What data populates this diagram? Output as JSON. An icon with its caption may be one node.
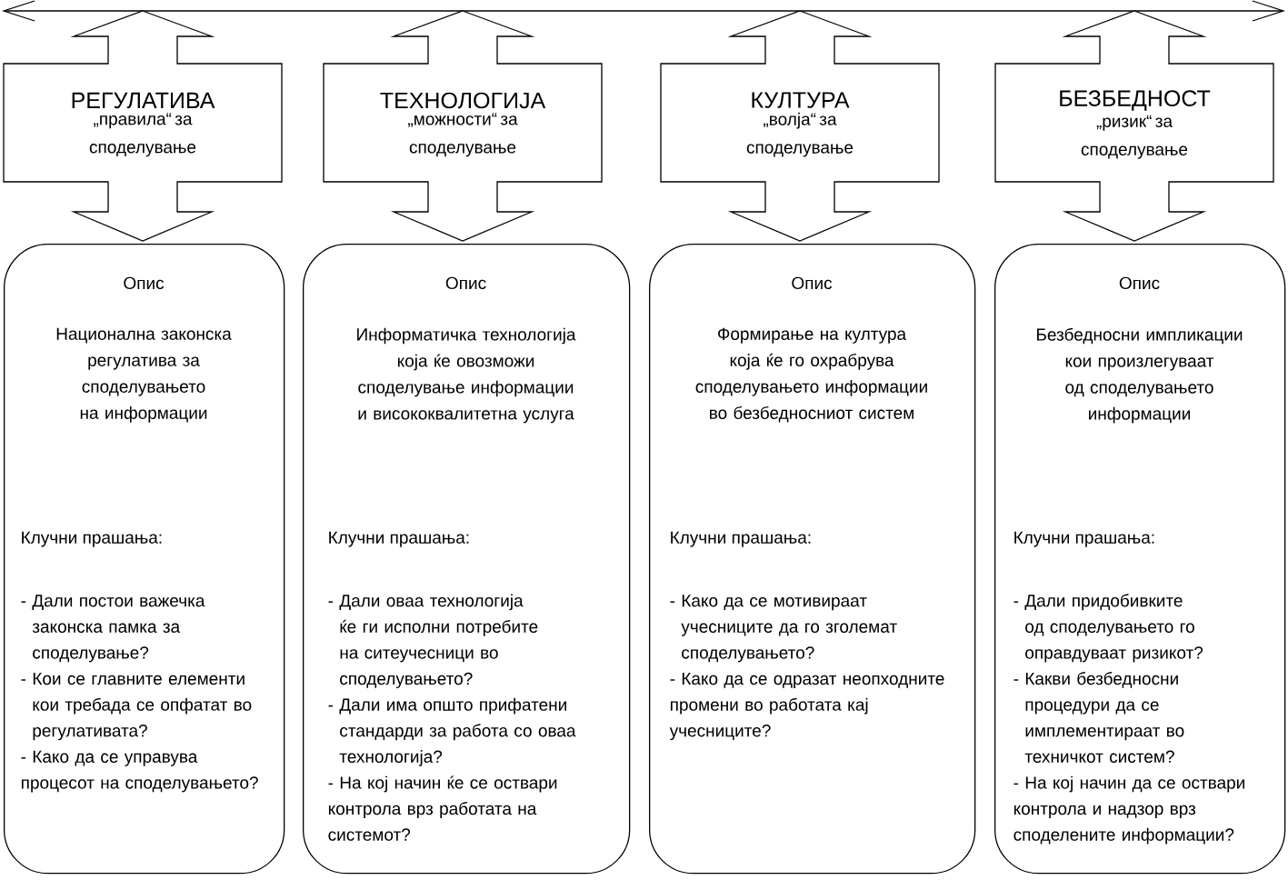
{
  "diagram": {
    "nodes": [
      {
        "text": [
          "РЕГУЛАТИВА",
          "„правила“ за споделување"
        ]
      },
      {
        "text": [
          "ТЕХНОЛОГИЈА",
          "„можности“ за споделување"
        ]
      },
      {
        "text": [
          "КУЛТУРА",
          "„волја“ за споделување"
        ]
      },
      {
        "text": [
          "БЕЗБЕДНОСТ",
          "„ризик“ за споделување"
        ]
      },
      {
        "text": [
          "Опис",
          "Национална законска регулатива за споделувањето на информации",
          "Клучни прашања:",
          "- Дали постои важечка законска памка за споделување?",
          "- Кои се главните елементи кои требада се опфатат во регулативата?",
          "- Како да се управува процесот на споделувањето?"
        ]
      },
      {
        "text": [
          "Опис",
          "Информатичка технологија која ќе овозможи споделување информации и висококвалитетна услуга",
          "Клучни прашања:",
          "- Дали оваа технологија ќе ги исполни потребите на ситеучесници во споделувањето?",
          "- Дали има општо прифатени стандарди за работа со оваа технологија?",
          "- На кој начин ќе се оствари контрола врз работата на системот?"
        ]
      },
      {
        "text": [
          "Опис",
          "Формирање на култура која ќе го охрабрува споделувањето информации во безбедносниот систем",
          "Клучни прашања:",
          "- Како да се мотивираат учесниците да го зголемат споделувањето?",
          "- Како да се одразат неопходните промени во работата кај учесниците?"
        ]
      },
      {
        "text": [
          "Опис",
          "Безбедносни импликации кои произлегуваат од споделувањето информации",
          "Клучни прашања:",
          "- Дали придобивките од споделувањето го оправдуваат ризикот?",
          "- Какви безбедносни процедури да се имплементираат во техничкот систем?",
          "- На кој начин да се оствари контрола и надзор врз споделените информации?"
        ]
      }
    ]
  }
}
